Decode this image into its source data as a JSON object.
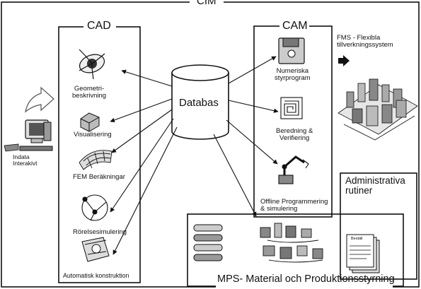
{
  "title": "CIM",
  "cad": {
    "heading": "CAD",
    "items": [
      "Geometri-\nbeskrivning",
      "Visualisering",
      "FEM Beräkningar",
      "Rörelsesimulering",
      "Automatisk konstruktion"
    ]
  },
  "database": {
    "label": "Databas"
  },
  "input": {
    "label": "Indata\nInterakivt"
  },
  "cam": {
    "heading": "CAM",
    "items": [
      "Numeriska\nstyrprogram",
      "Beredning &\nVerifiering",
      "Offline Programmering\n& simulering"
    ]
  },
  "fms": {
    "label": "FMS - Flexibla\ntillverkningssystem"
  },
  "admin": {
    "label": "Administrativa\nrutiner"
  },
  "mps": {
    "label": "MPS- Material och Produktionsstyrning"
  },
  "document": {
    "label": "Beställ"
  }
}
